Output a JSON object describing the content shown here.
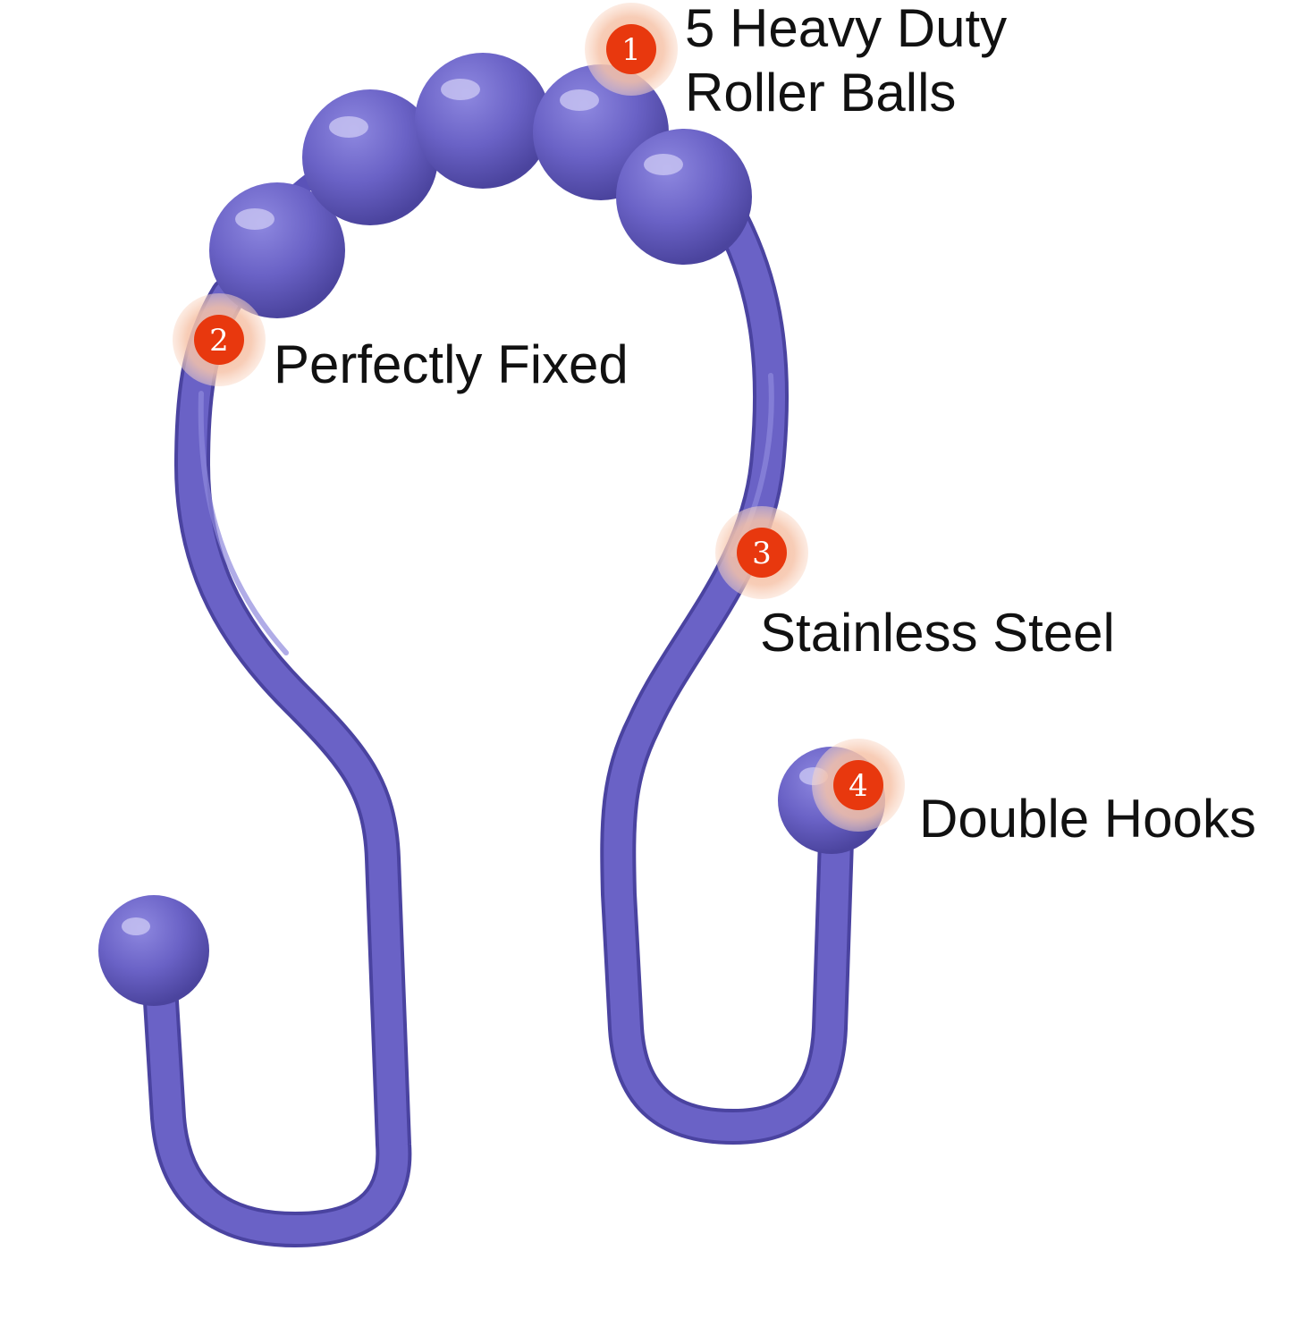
{
  "colors": {
    "hook": "#6a62c6",
    "hook_shadow": "#4e47a3",
    "hook_highlight": "#a9a4ea",
    "marker": "#e8380e",
    "marker_halo": "#f6b99a",
    "text": "#111111",
    "background": "#ffffff"
  },
  "callouts": [
    {
      "number": "1",
      "lines": [
        "5 Heavy Duty",
        "Roller Balls"
      ]
    },
    {
      "number": "2",
      "lines": [
        "Perfectly Fixed"
      ]
    },
    {
      "number": "3",
      "lines": [
        "Stainless Steel"
      ]
    },
    {
      "number": "4",
      "lines": [
        "Double Hooks"
      ]
    }
  ]
}
